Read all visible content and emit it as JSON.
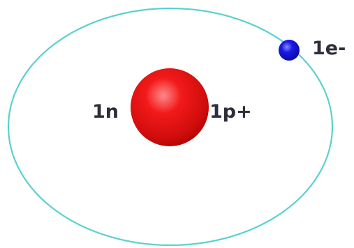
{
  "labels": {
    "electron": "1e-",
    "neutron": "1n",
    "proton": "1p+"
  },
  "colors": {
    "orbit": "#5cd0cf",
    "nucleus": "#e41e1e",
    "electron": "#1010d8",
    "label_text": "#2e2e3a"
  }
}
